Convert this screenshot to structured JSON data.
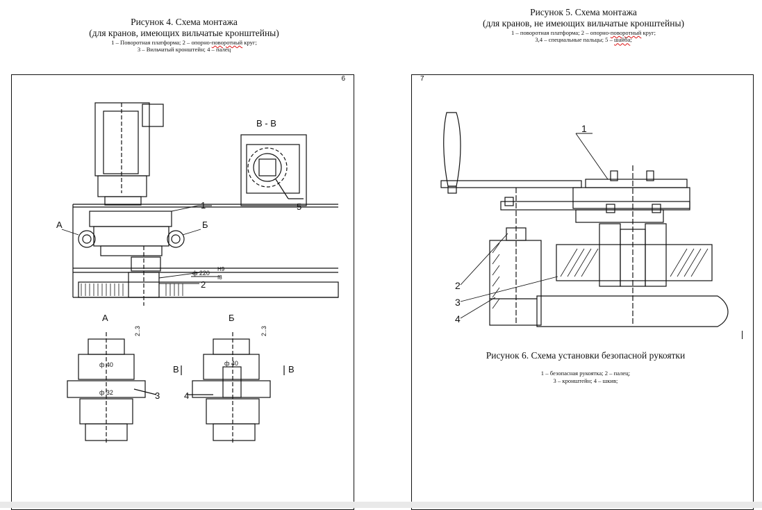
{
  "fig4": {
    "title": "Рисунок 4. Схема монтажа",
    "subtitle": "(для кранов, имеющих вильчатые кронштейны)",
    "legend_line1_a": "1 – Поворотная платформа; 2 – опорно-",
    "legend_line1_u": "поворотный",
    "legend_line1_b": " круг;",
    "legend_line2": "3 – Вильчатый кронштейн; 4 – палец",
    "page_num": "6",
    "labels": {
      "section_bb": "В - В",
      "a_top": "А",
      "b_top": "Б",
      "a_bottom": "А",
      "b_bottom": "Б",
      "n1": "1",
      "n2": "2",
      "n3": "3",
      "n4": "4",
      "n5": "5",
      "dim_220": "ф 220",
      "dim_h9": "H9",
      "dim_f8": "f8",
      "dim_23a": "2..3",
      "dim_23b": "2..3",
      "dim_40a": "ф 40",
      "dim_40b": "ф 40",
      "dim_32": "ф 32",
      "sec_b1": "В",
      "sec_b2": "В"
    }
  },
  "fig5": {
    "title": "Рисунок 5. Схема монтажа",
    "subtitle": "(для кранов, не имеющих вильчатые кронштейны)",
    "legend_line1_a": "1 – поворотная платформа; 2 – опорно-",
    "legend_line1_u": "поворотный",
    "legend_line1_b": " круг;",
    "legend_line2_a": "3,4 – специальные пальцы; 5 – ",
    "legend_line2_u": "шайба",
    "legend_line2_b": ";",
    "page_num": "7",
    "labels": {
      "n1": "1",
      "n2": "2",
      "n3": "3",
      "n4": "4"
    }
  },
  "fig6": {
    "title": "Рисунок 6. Схема установки безопасной рукоятки",
    "legend_line1": "1 – безопасная рукоятка; 2 – палец;",
    "legend_line2": "3 – кронштейн; 4 – шкив;"
  },
  "colors": {
    "ink": "#111111",
    "spellcheck": "#dd1111",
    "background": "#ffffff"
  }
}
